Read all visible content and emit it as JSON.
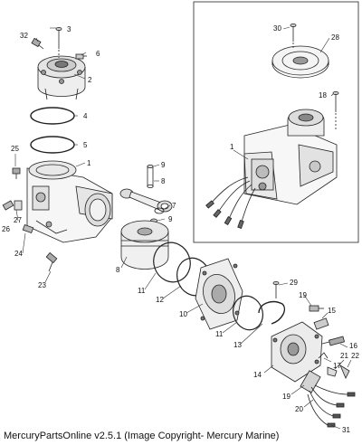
{
  "footer": {
    "text": "MercuryPartsOnline v2.5.1 (Image Copyright- Mercury Marine)"
  },
  "callouts": [
    {
      "id": "c1",
      "label": "1"
    },
    {
      "id": "c2",
      "label": "2"
    },
    {
      "id": "c3",
      "label": "3"
    },
    {
      "id": "c4",
      "label": "4"
    },
    {
      "id": "c5",
      "label": "5"
    },
    {
      "id": "c6",
      "label": "6"
    },
    {
      "id": "c7",
      "label": "7"
    },
    {
      "id": "c8a",
      "label": "8"
    },
    {
      "id": "c8b",
      "label": "8"
    },
    {
      "id": "c9a",
      "label": "9"
    },
    {
      "id": "c9b",
      "label": "9"
    },
    {
      "id": "c10",
      "label": "10"
    },
    {
      "id": "c11a",
      "label": "11"
    },
    {
      "id": "c11b",
      "label": "11"
    },
    {
      "id": "c12",
      "label": "12"
    },
    {
      "id": "c13",
      "label": "13"
    },
    {
      "id": "c14",
      "label": "14"
    },
    {
      "id": "c15",
      "label": "15"
    },
    {
      "id": "c16",
      "label": "16"
    },
    {
      "id": "c17",
      "label": "17"
    },
    {
      "id": "c18",
      "label": "18"
    },
    {
      "id": "c19a",
      "label": "19"
    },
    {
      "id": "c19b",
      "label": "19"
    },
    {
      "id": "c20",
      "label": "20"
    },
    {
      "id": "c21",
      "label": "21"
    },
    {
      "id": "c22",
      "label": "22"
    },
    {
      "id": "c23",
      "label": "23"
    },
    {
      "id": "c24",
      "label": "24"
    },
    {
      "id": "c25",
      "label": "25"
    },
    {
      "id": "c26",
      "label": "26"
    },
    {
      "id": "c27",
      "label": "27"
    },
    {
      "id": "c28",
      "label": "28"
    },
    {
      "id": "c29",
      "label": "29"
    },
    {
      "id": "c30",
      "label": "30"
    },
    {
      "id": "c31",
      "label": "31"
    },
    {
      "id": "c32",
      "label": "32"
    },
    {
      "id": "c1b",
      "label": "1"
    }
  ]
}
